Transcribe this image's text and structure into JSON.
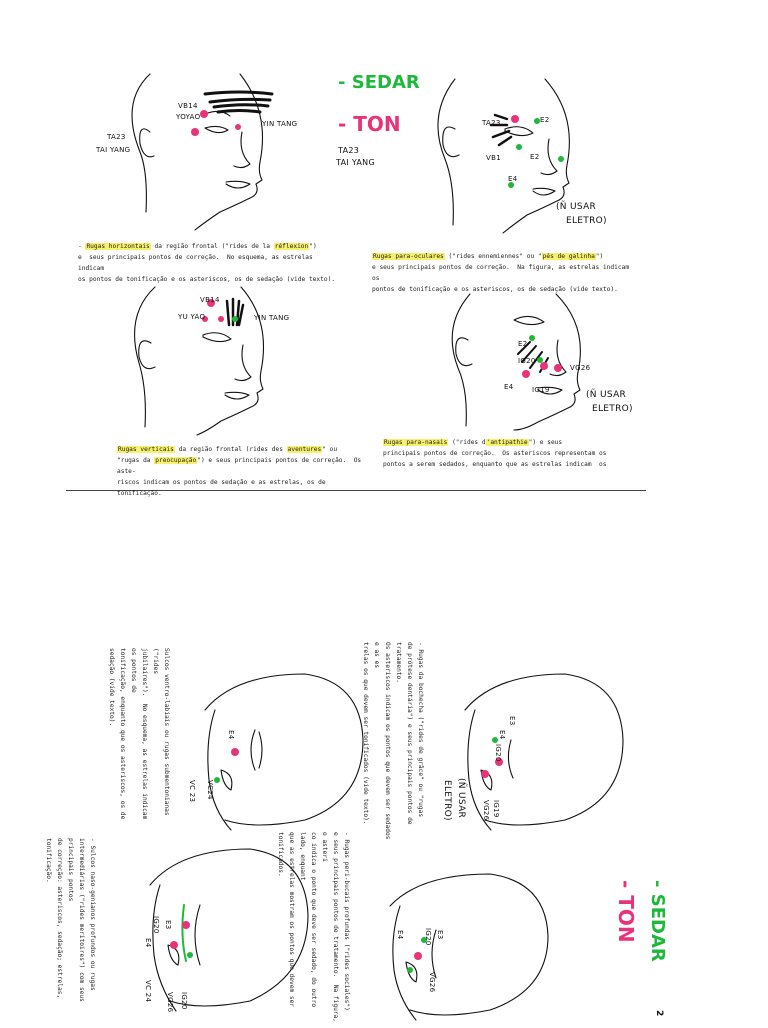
{
  "legend_top": {
    "sedar": "- SEDAR",
    "ton": "- TON"
  },
  "legend_bottom": {
    "sedar": "- SEDAR",
    "ton": "- TON"
  },
  "page_number": "2",
  "panels": {
    "p1": {
      "labels": {
        "vb14": "VB14",
        "yuyao": "YOYAO",
        "yintang": "YIN TANG",
        "ta23": "TA23",
        "taiyang": "TAI YANG"
      },
      "caption": {
        "dash": "- ",
        "hl1": "Rugas horizontais",
        "t1": " da região frontal (\"rides de la ",
        "hl2": "réflexion",
        "t2": "\")\ne  seus principais pontos de correção.  No esquema, as estrelas indicam\nos pontos de tonificação e os asteriscos, os de sedação (vide texto)."
      }
    },
    "p2": {
      "labels": {
        "ta23": "TA23",
        "e2": "E2",
        "vb1": "VB1",
        "e2b": "E2",
        "e4": "E4",
        "ta23b": "TA23",
        "taiyang": "TAI YANG",
        "nousar": "(Ñ USAR",
        "eletro": "ELETRO)"
      },
      "caption": {
        "hl1": "Rugas para-oculares",
        "t1": " (\"rides ennemiennes\" ou \"",
        "hl2": "pés de galinha",
        "t2": "\")\ne seus principais pontos de correção.  Na figura, as estrelas indicam os\npontos de tonificação e os asteriscos, os de sedação (vide texto)."
      }
    },
    "p3": {
      "labels": {
        "vb14": "VB14",
        "yuyao": "YU YAO",
        "yintang": "YIN TANG"
      },
      "caption": {
        "hl1": "Rugas verticais",
        "t1": " da região frontal (rides des ",
        "hl2": "aventures",
        "t2": "\" ou\n\"rugas da ",
        "hl3": "preocupação",
        "t3": "\") e seus principais pontos de correção.  Os aste-\nriscos indicam os pontos de sedação e as estrelas, os de tonificação."
      }
    },
    "p4": {
      "labels": {
        "e2": "E2",
        "ig20": "IG20",
        "vg26": "VG26",
        "e4": "E4",
        "ig19": "IG19",
        "nousar": "(Ñ USAR",
        "eletro": "ELETRO)"
      },
      "caption": {
        "hl1": "Rugas para-nasais",
        "t1": " (\"rides d",
        "hl2": "'antipathie",
        "t2": "\") e seus\nprincipais pontos de correção.  Os asteriscos representam os\npontos a serem sedados, enquanto que as estrelas indicam  os"
      }
    },
    "r1": {
      "labels": {
        "e4": "E4",
        "vc24": "VC24",
        "vc23": "VC 23"
      },
      "caption": "Sulcos ventro-labiais ou rugas submentonianas (\"rides\njubilaires\").  No esquema, as estrelas indicam os pontos de\ntonificação, enquanto que os asteriscos, os de sedação (vide texto)."
    },
    "r2": {
      "labels": {
        "e3": "E3",
        "e4": "E4",
        "ig20": "IG20",
        "ig19": "IG19",
        "vg26": "VG26",
        "nousar": "(Ñ USAR",
        "eletro": "ELETRO)"
      },
      "caption": "- Rugas da bochecha (\"rides de grâce\" ou \"rugas\nde prótese dentária\") e seus principais pontos de tratamento.\nOs asteriscos indicam os pontos que devem ser sedados e as es\ntrelas os que devem ser tonificados (vide texto)."
    },
    "r3": {
      "labels": {
        "e3": "E3",
        "ig20": "IG20",
        "e4": "E4",
        "vc24": "VC 24",
        "ig20b": "IG20",
        "vg26": "VG26"
      },
      "caption": "- Sulcos naso-genianos profundos ou rugas intermediárias (\"rides meritoires\") com seus principais pontos\nde correção: asteriscos, sedação; estrelas, tonificação."
    },
    "r4": {
      "labels": {
        "e3": "E3",
        "ig20": "IG20",
        "e4": "E4",
        "vg26": "VG26"
      },
      "caption": "- Rugas peri-bucais profundas (\"rides sociales\")\ne seus principais pontos de tratamento.  Na figura, o asteri\nco indica o ponto que deve ser sedado, do outro lado, enquant\nque as estrelas mostram os pontos que devem ser tonificados."
    }
  },
  "colors": {
    "sedar": "#1fb83a",
    "ton": "#e8327a",
    "highlight": "#f7f06a",
    "divider": "#444444"
  }
}
